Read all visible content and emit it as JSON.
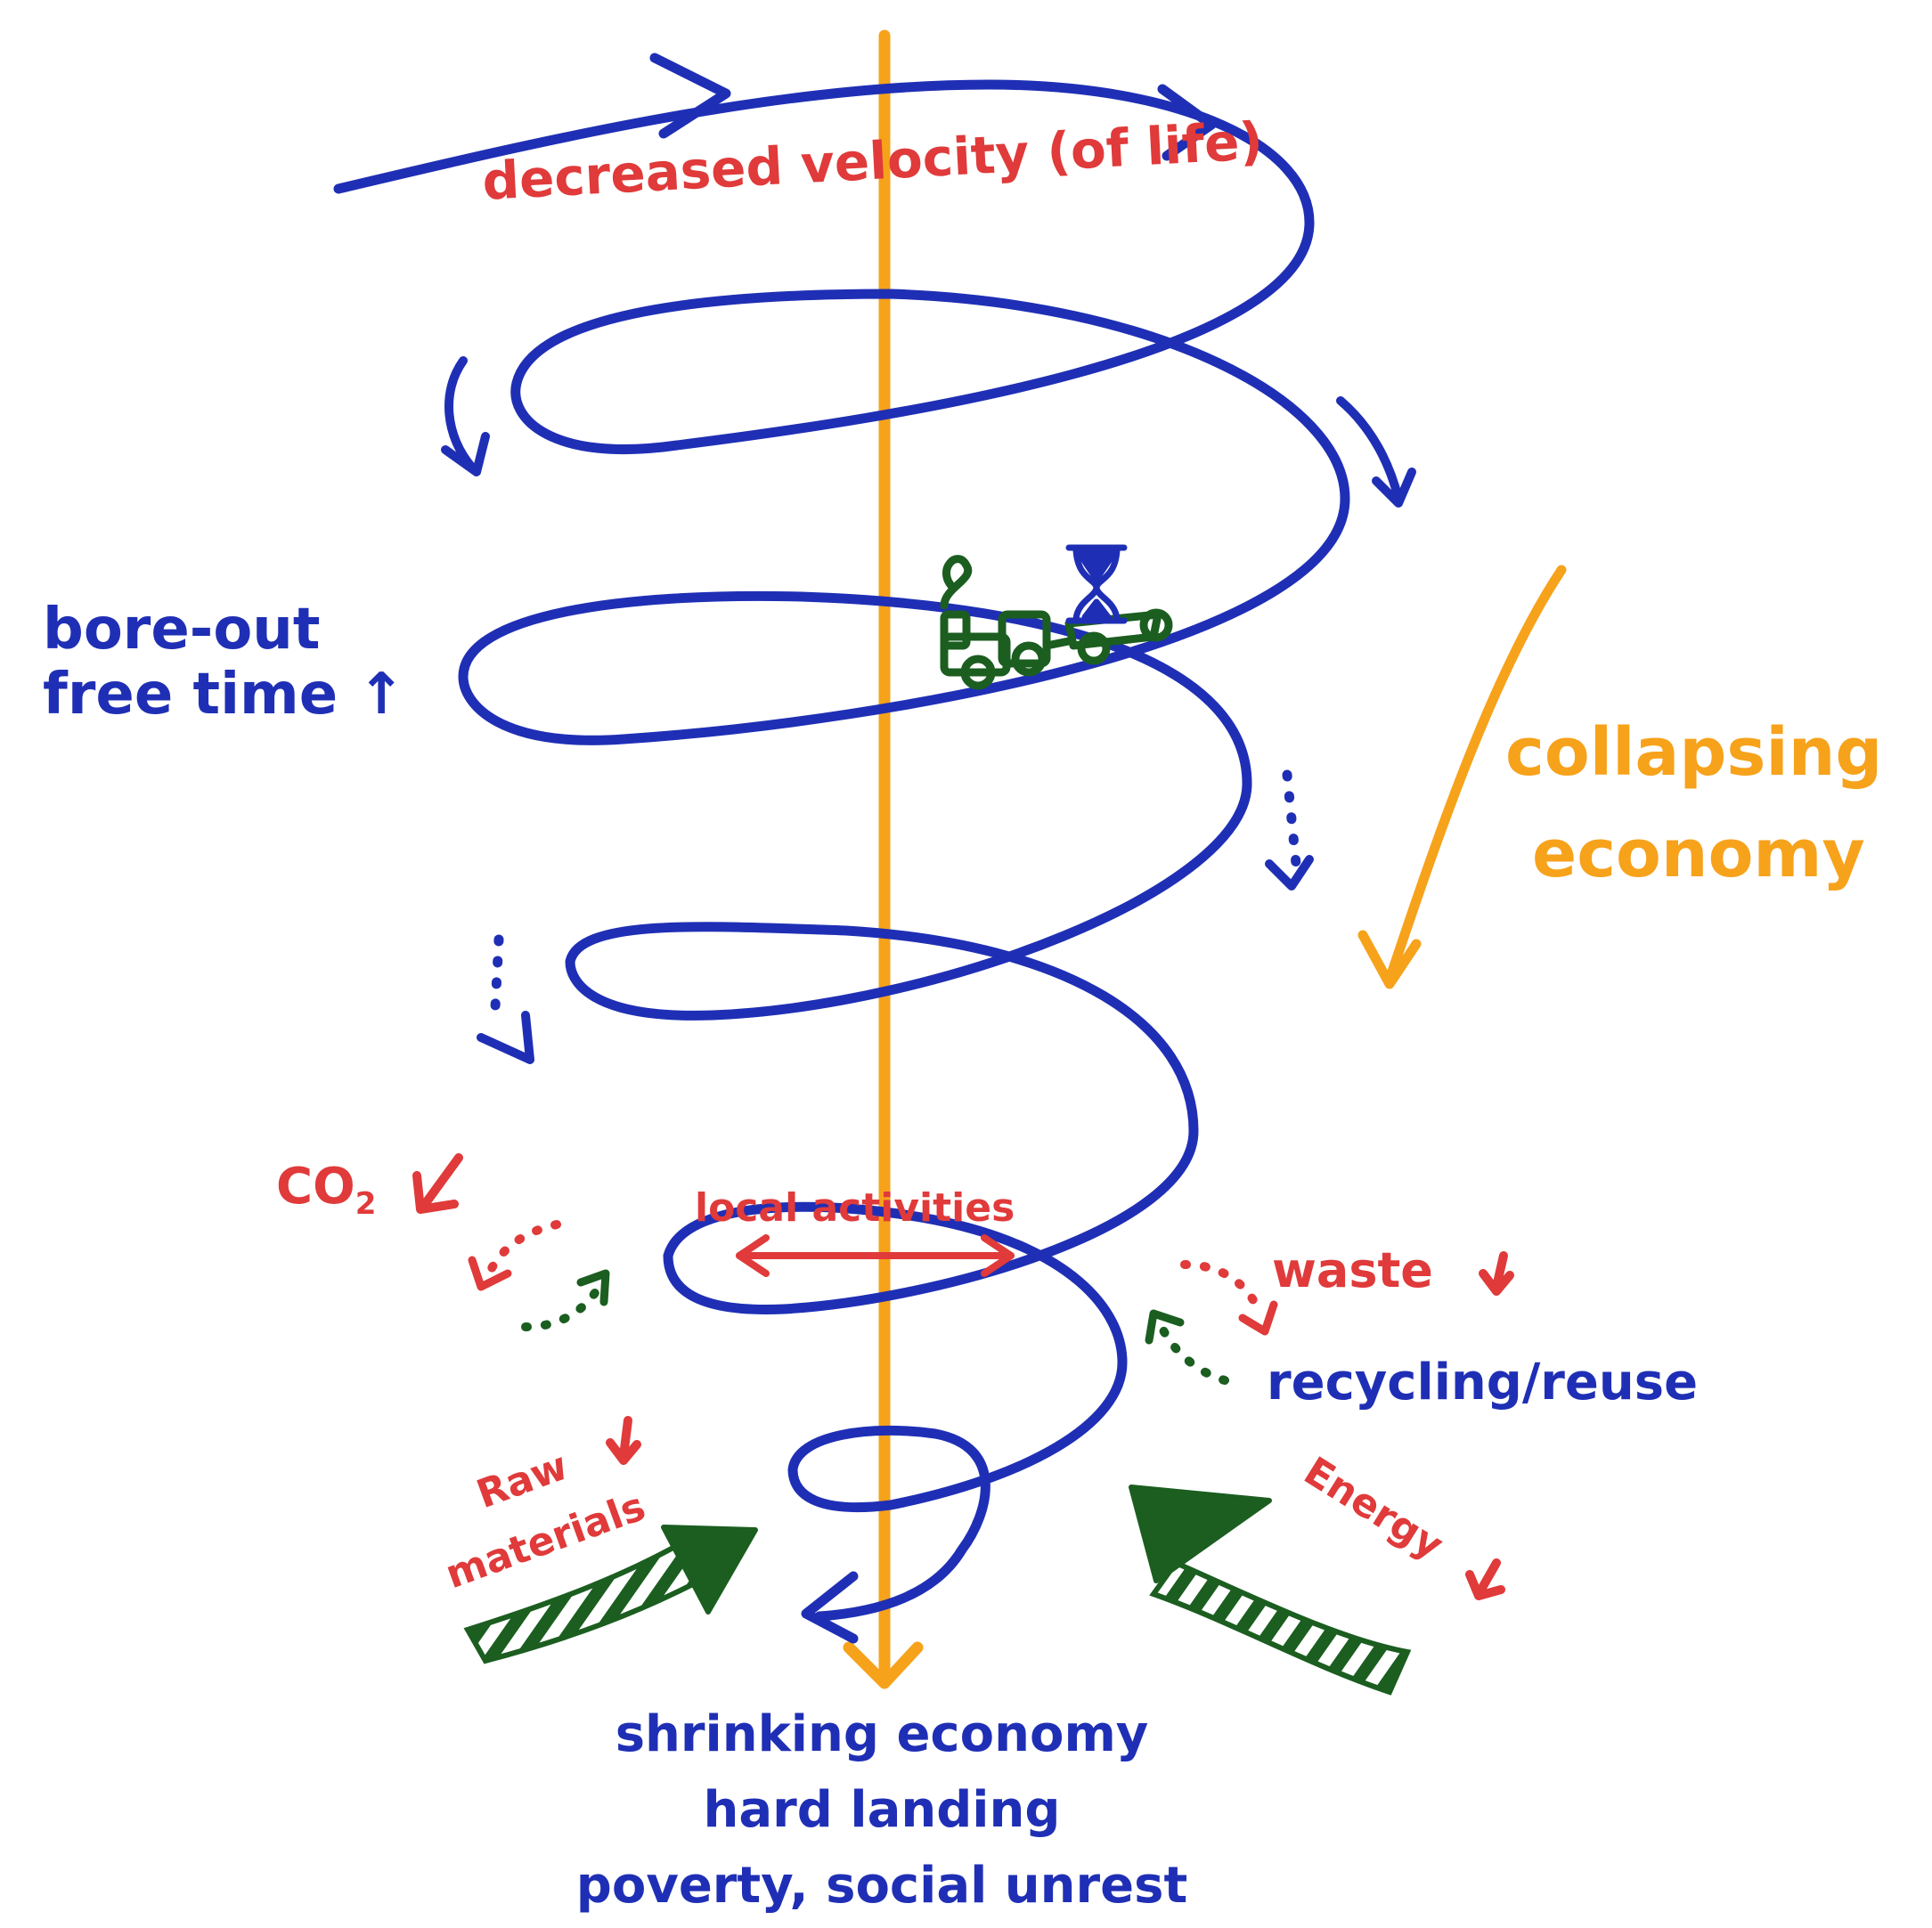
{
  "colors": {
    "spiral": "#1f2fb5",
    "axis": "#f7a21b",
    "accent_red": "#e03a3a",
    "green": "#1b5e20"
  },
  "labels": {
    "top": "decreased velocity (of life)",
    "left_line1": "bore-out",
    "left_line2": "free time",
    "left_arrow": "↑",
    "right_line1": "collapsing",
    "right_line2": "economy",
    "co2": "CO",
    "co2_sub": "2",
    "local": "local activities",
    "waste": "waste",
    "recycling": "recycling/reuse",
    "raw_line1": "Raw",
    "raw_line2": "materials",
    "energy": "Energy",
    "bottom_line1": "shrinking economy",
    "bottom_line2": "hard landing",
    "bottom_line3": "poverty, social unrest"
  },
  "icons": {
    "tractor": "tractor-icon",
    "hourglass": "hourglass-icon",
    "down_arrow": "down-arrow-icon"
  }
}
